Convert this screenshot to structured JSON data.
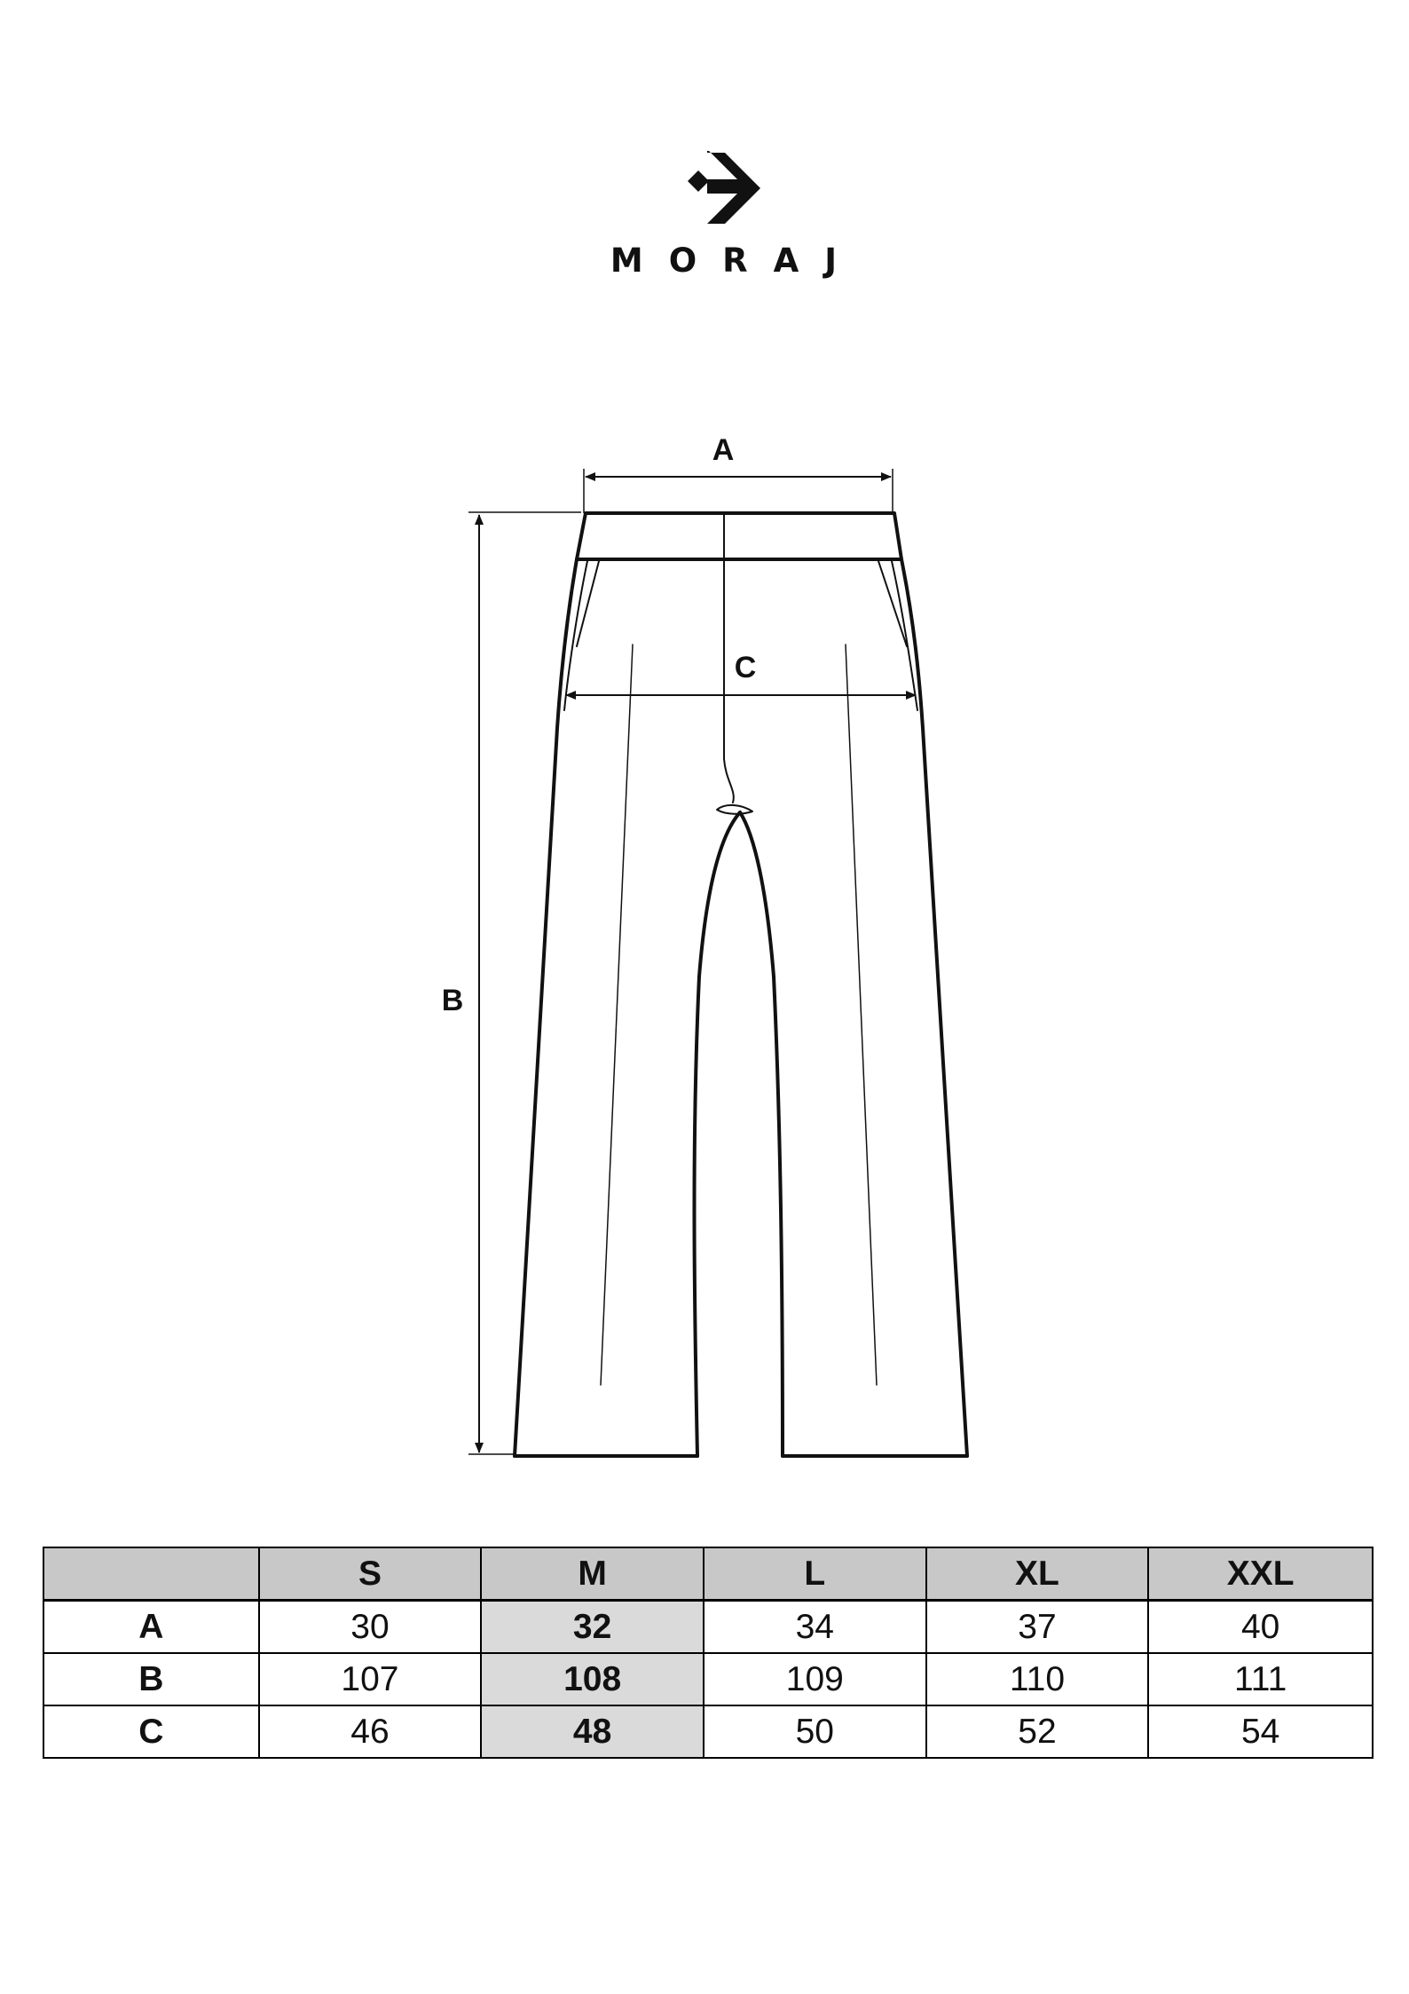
{
  "brand": {
    "name": "MORAJ"
  },
  "diagram": {
    "label_a": "A",
    "label_b": "B",
    "label_c": "C"
  },
  "size_table": {
    "columns": [
      "",
      "S",
      "M",
      "L",
      "XL",
      "XXL"
    ],
    "highlighted_column": "M",
    "rows": [
      {
        "label": "A",
        "values": [
          "30",
          "32",
          "34",
          "37",
          "40"
        ]
      },
      {
        "label": "B",
        "values": [
          "107",
          "108",
          "109",
          "110",
          "111"
        ]
      },
      {
        "label": "C",
        "values": [
          "46",
          "48",
          "50",
          "52",
          "54"
        ]
      }
    ]
  }
}
